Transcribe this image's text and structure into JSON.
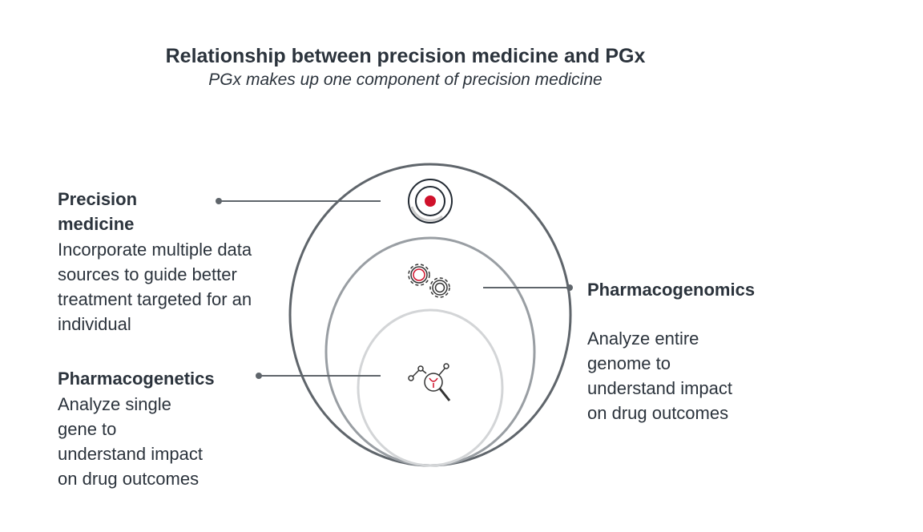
{
  "title": "Relationship between precision medicine and PGx",
  "subtitle": "PGx makes up one component of precision medicine",
  "precision": {
    "heading_1": "Precision",
    "heading_2": "medicine",
    "body": [
      "Incorporate multiple data",
      "sources to guide better",
      "treatment targeted for an",
      "individual"
    ]
  },
  "genomics": {
    "heading": "Pharmacogenomics",
    "body": [
      "Analyze entire",
      "genome to",
      "understand impact",
      "on drug outcomes"
    ]
  },
  "genetics": {
    "heading": "Pharmacogenetics",
    "body": [
      "Analyze single",
      "gene to",
      "understand impact",
      "on drug outcomes"
    ]
  },
  "colors": {
    "accent": "#d0112b",
    "outer": "#5f656b",
    "middle": "#999ea3",
    "inner": "#d3d5d7"
  }
}
